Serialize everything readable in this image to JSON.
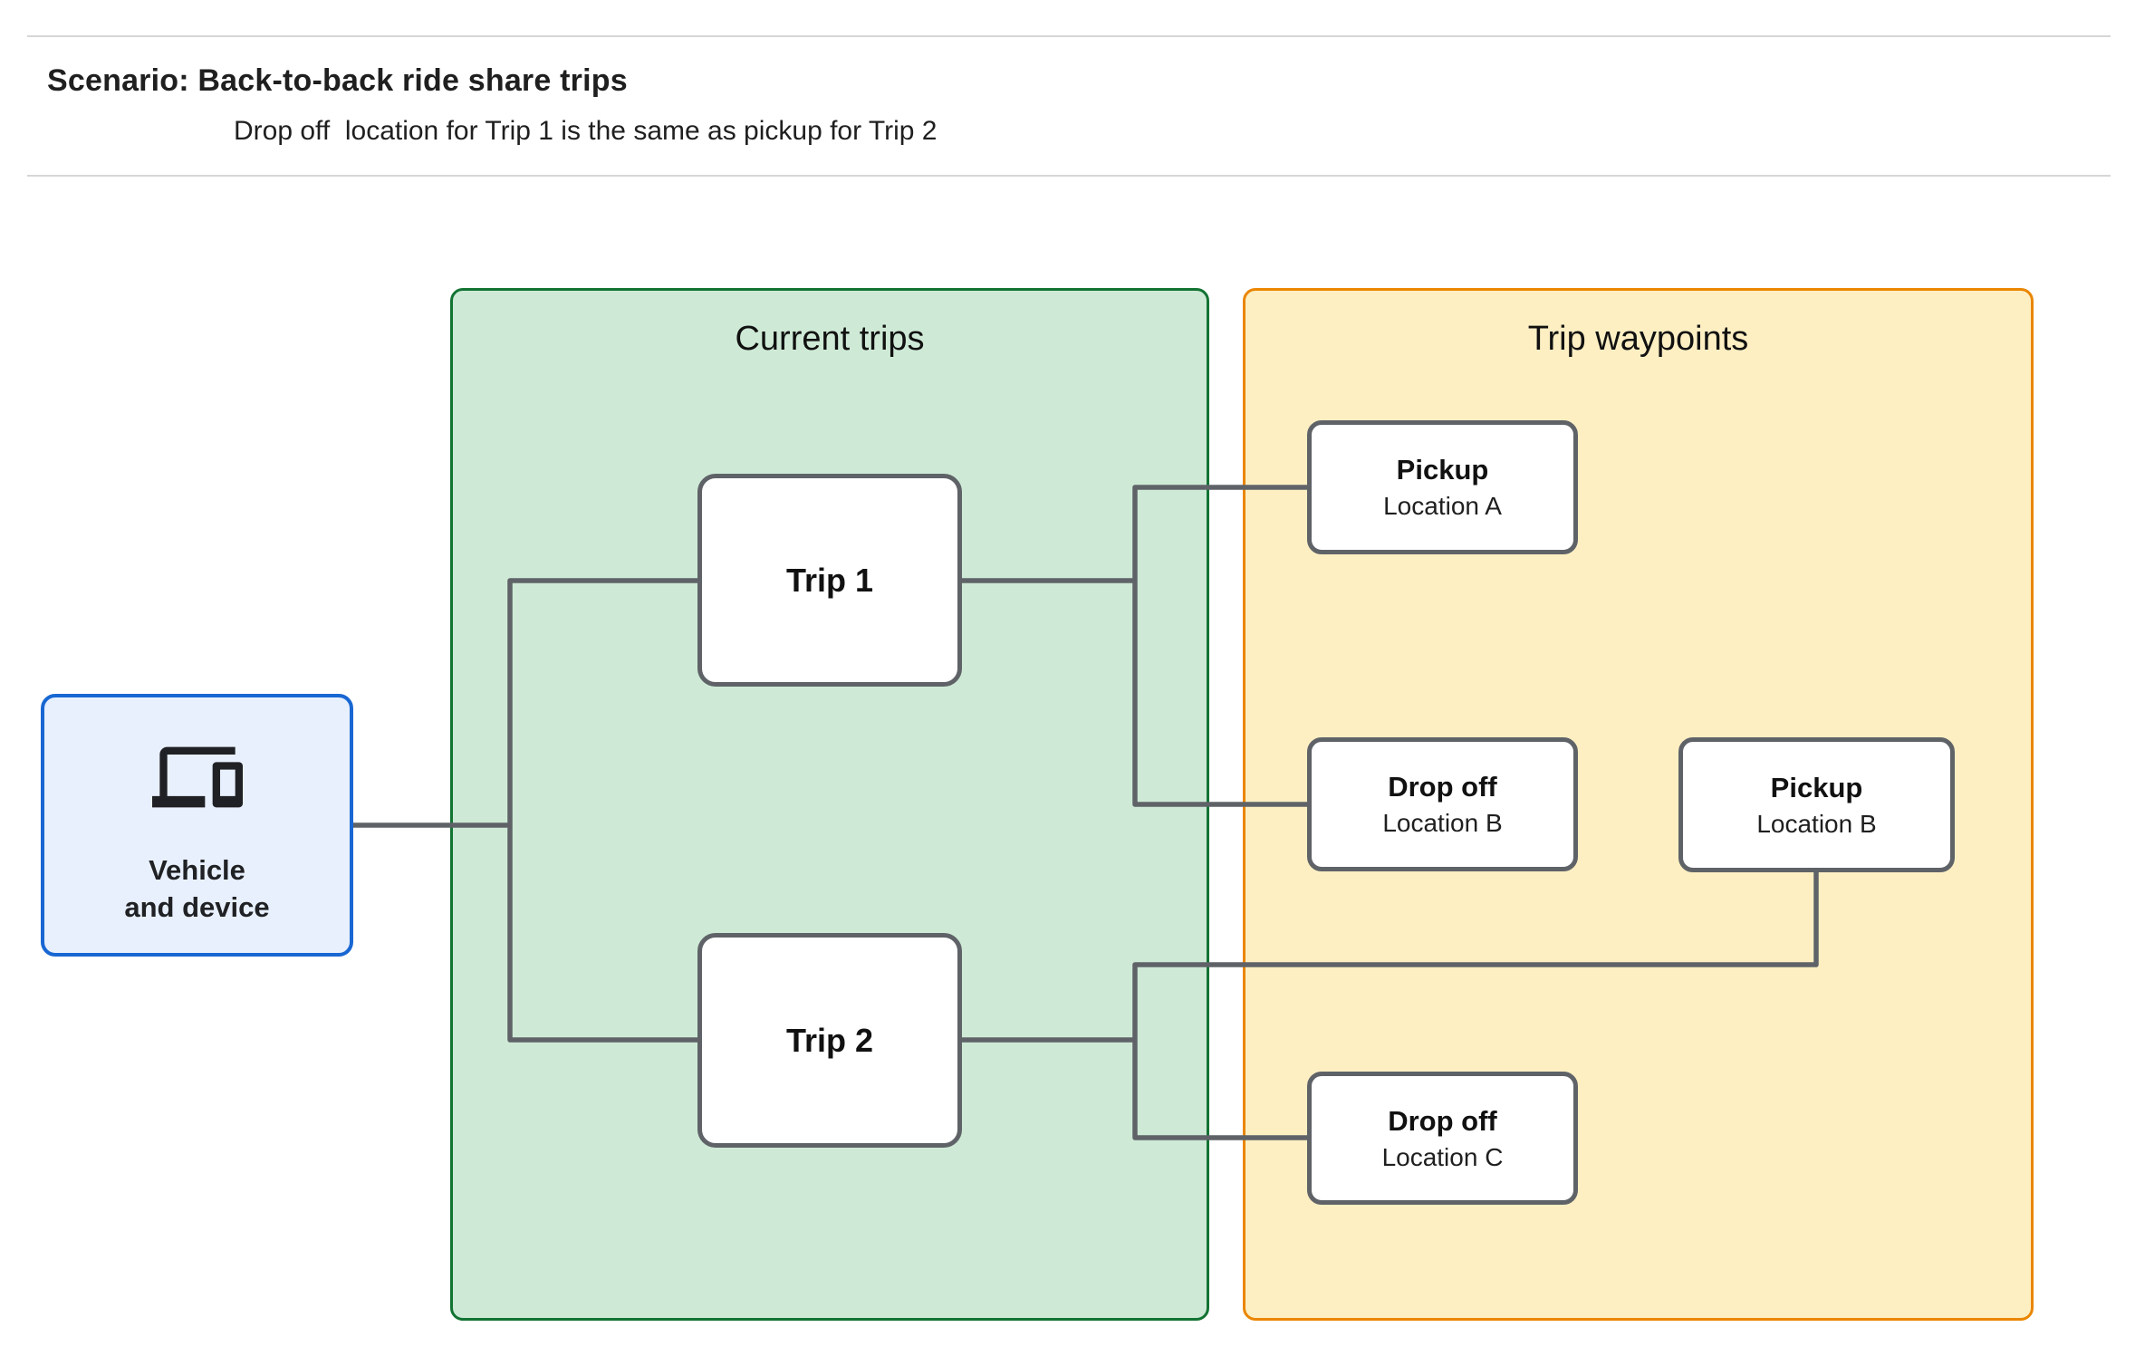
{
  "header": {
    "title": "Scenario: Back-to-back ride share trips",
    "subtitle": "Drop off  location for Trip 1 is the same as pickup for Trip 2"
  },
  "vehicle": {
    "icon": "devices-icon",
    "label_line1": "Vehicle",
    "label_line2": "and device"
  },
  "panels": [
    {
      "title": "Current trips"
    },
    {
      "title": "Trip waypoints"
    }
  ],
  "trips": [
    {
      "label": "Trip 1"
    },
    {
      "label": "Trip 2"
    }
  ],
  "waypoints": [
    {
      "title": "Pickup",
      "subtitle": "Location A"
    },
    {
      "title": "Drop off",
      "subtitle": "Location B"
    },
    {
      "title": "Pickup",
      "subtitle": "Location B"
    },
    {
      "title": "Drop off",
      "subtitle": "Location C"
    }
  ],
  "colors": {
    "current_trips_fill": "#ceead6",
    "current_trips_border": "#137333",
    "waypoints_fill": "#feefc3",
    "waypoints_border": "#ea8600",
    "vehicle_fill": "#e8f0fe",
    "vehicle_border": "#1967d2",
    "node_border": "#5f6368",
    "connector": "#5f6368",
    "divider": "#d6d6d6"
  }
}
